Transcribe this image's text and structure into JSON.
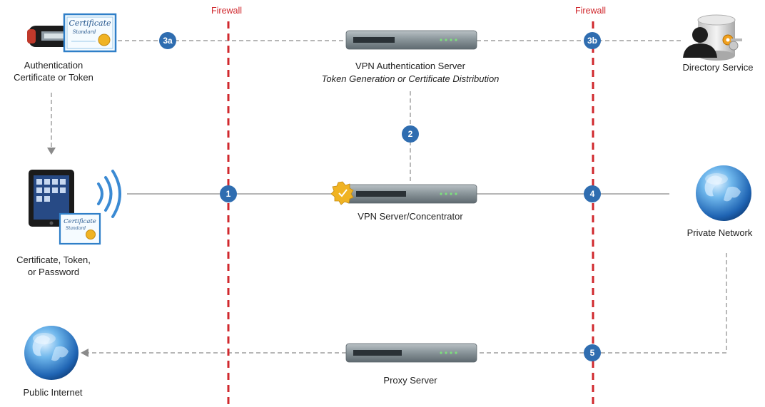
{
  "firewalls": [
    "Firewall",
    "Firewall"
  ],
  "labels": {
    "auth_cert": [
      "Authentication",
      "Certificate or Token"
    ],
    "vpn_auth_server": "VPN Authentication Server",
    "vpn_auth_server_sub": "Token Generation or Certificate Distribution",
    "directory_service": "Directory Service",
    "client_device": [
      "Certificate, Token,",
      "or Password"
    ],
    "vpn_server": "VPN Server/Concentrator",
    "private_network": "Private Network",
    "proxy_server": "Proxy Server",
    "public_internet": "Public Internet",
    "certificate_text": "Certificate",
    "certificate_sub": "Standard"
  },
  "steps": [
    "1",
    "2",
    "3a",
    "3b",
    "4",
    "5"
  ],
  "colors": {
    "firewall": "#d0282d",
    "step_badge": "#2f6db0",
    "server_body": "#7f8b91",
    "line": "#8a8a8a",
    "globe": "#2f7fc8"
  }
}
